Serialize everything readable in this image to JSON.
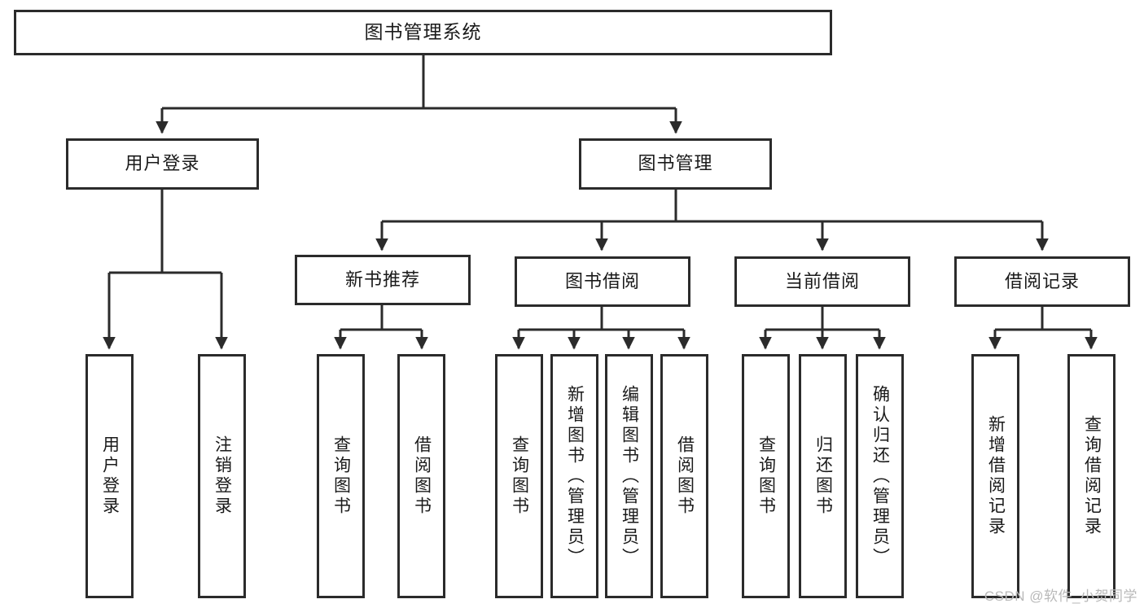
{
  "diagram": {
    "title": "图书管理系统",
    "type": "hierarchy-tree",
    "root": {
      "label": "图书管理系统"
    },
    "level2": [
      {
        "label": "用户登录"
      },
      {
        "label": "图书管理"
      }
    ],
    "level3": [
      {
        "label": "新书推荐"
      },
      {
        "label": "图书借阅"
      },
      {
        "label": "当前借阅"
      },
      {
        "label": "借阅记录"
      }
    ],
    "leaves": {
      "user_login": [
        {
          "label": "用户登录"
        },
        {
          "label": "注销登录"
        }
      ],
      "new_book_recommend": [
        {
          "label": "查询图书"
        },
        {
          "label": "借阅图书"
        }
      ],
      "book_borrow": [
        {
          "label": "查询图书"
        },
        {
          "label": "新增图书（管理员）"
        },
        {
          "label": "编辑图书（管理员）"
        },
        {
          "label": "借阅图书"
        }
      ],
      "current_borrow": [
        {
          "label": "查询图书"
        },
        {
          "label": "归还图书"
        },
        {
          "label": "确认归还（管理员）"
        }
      ],
      "borrow_record": [
        {
          "label": "新增借阅记录"
        },
        {
          "label": "查询借阅记录"
        }
      ]
    }
  },
  "watermark": {
    "text": "CSDN @软件_小贺同学"
  },
  "colors": {
    "stroke": "#2b2b2b",
    "box_fill": "#ffffff",
    "text": "#1a1a1a",
    "watermark": "#b9b9b9",
    "background": "#ffffff"
  }
}
